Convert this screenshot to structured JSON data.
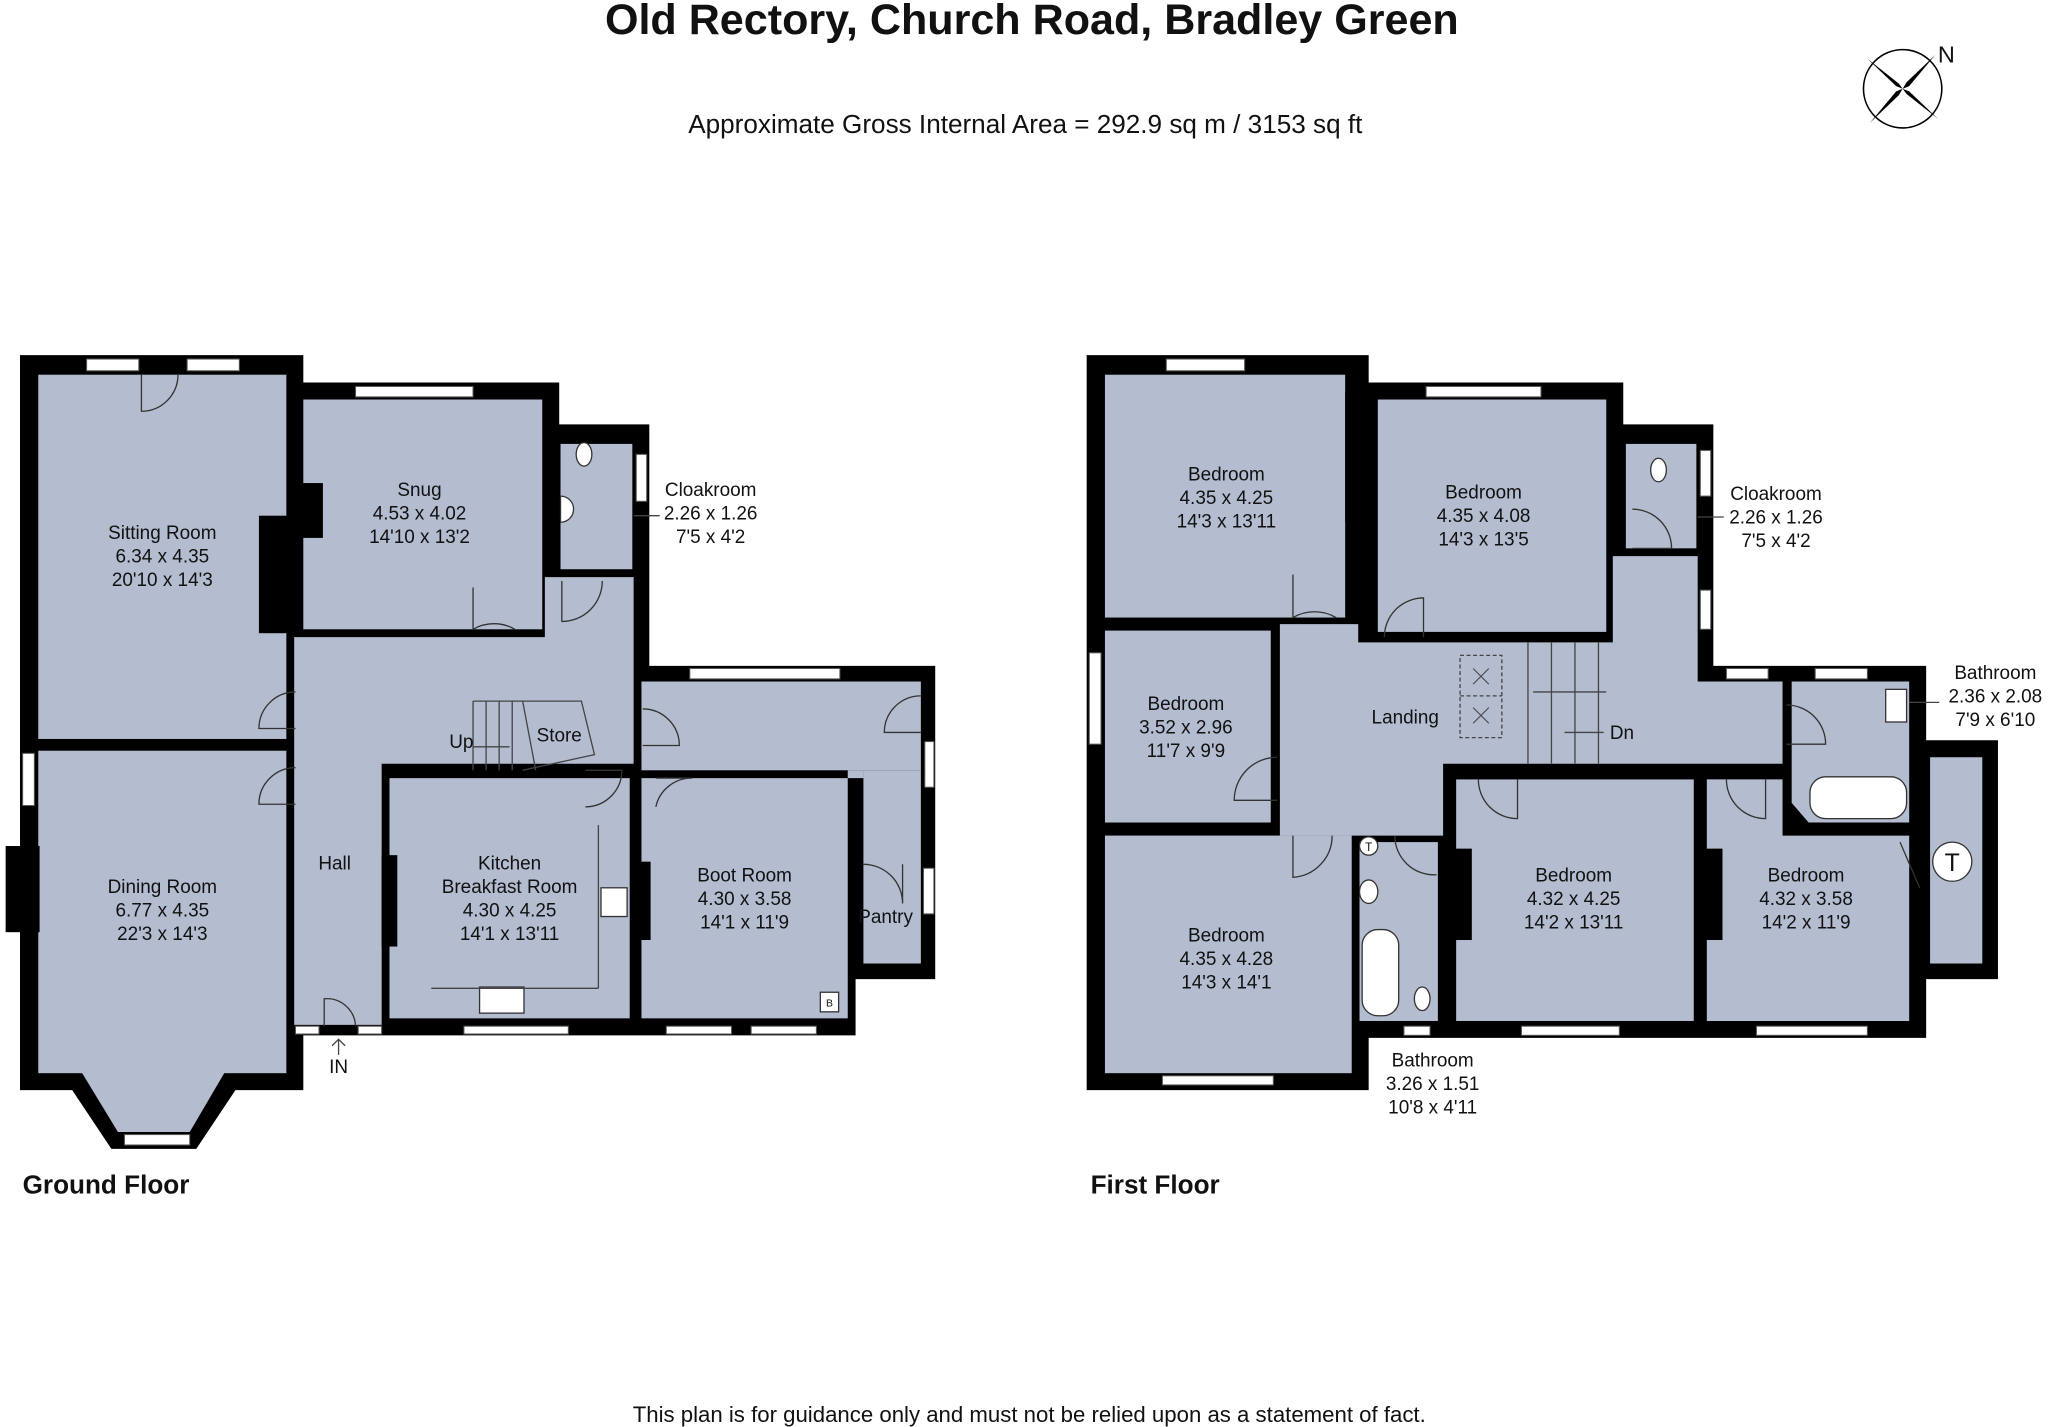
{
  "title": "Old Rectory, Church Road, Bradley Green",
  "subtitle": "Approximate Gross Internal Area = 292.9 sq m / 3153 sq ft",
  "disclaimer": "This plan is for guidance only and must not be relied upon as a statement of fact.",
  "compass": {
    "label": "N",
    "icon": "compass-rose-icon"
  },
  "colors": {
    "room_fill": "#b4bcd0",
    "wall": "#000000"
  },
  "floors": {
    "ground": {
      "label": "Ground Floor",
      "rooms": [
        {
          "name": "Sitting Room",
          "metric": "6.34 x 4.35",
          "imperial": "20'10 x 14'3"
        },
        {
          "name": "Snug",
          "metric": "4.53 x 4.02",
          "imperial": "14'10 x 13'2"
        },
        {
          "name": "Cloakroom",
          "metric": "2.26 x 1.26",
          "imperial": "7'5 x 4'2"
        },
        {
          "name": "Dining Room",
          "metric": "6.77 x 4.35",
          "imperial": "22'3 x 14'3"
        },
        {
          "name": "Hall"
        },
        {
          "name": "Kitchen",
          "name2": "Breakfast Room",
          "metric": "4.30 x 4.25",
          "imperial": "14'1 x 13'11"
        },
        {
          "name": "Boot Room",
          "metric": "4.30 x 3.58",
          "imperial": "14'1 x 11'9"
        },
        {
          "name": "Pantry"
        }
      ],
      "annotations": {
        "up": "Up",
        "store": "Store",
        "entrance": "IN",
        "boiler": "B"
      }
    },
    "first": {
      "label": "First Floor",
      "rooms": [
        {
          "name": "Bedroom",
          "metric": "4.35 x 4.25",
          "imperial": "14'3 x 13'11"
        },
        {
          "name": "Bedroom",
          "metric": "4.35 x 4.08",
          "imperial": "14'3 x 13'5"
        },
        {
          "name": "Cloakroom",
          "metric": "2.26 x 1.26",
          "imperial": "7'5 x 4'2"
        },
        {
          "name": "Bedroom",
          "metric": "3.52 x 2.96",
          "imperial": "11'7 x 9'9"
        },
        {
          "name": "Landing"
        },
        {
          "name": "Bedroom",
          "metric": "4.35 x 4.28",
          "imperial": "14'3 x 14'1"
        },
        {
          "name": "Bathroom",
          "metric": "3.26 x 1.51",
          "imperial": "10'8 x 4'11"
        },
        {
          "name": "Bedroom",
          "metric": "4.32 x 4.25",
          "imperial": "14'2 x 13'11"
        },
        {
          "name": "Bedroom",
          "metric": "4.32 x 3.58",
          "imperial": "14'2 x 11'9"
        },
        {
          "name": "Bathroom",
          "metric": "2.36 x 2.08",
          "imperial": "7'9 x 6'10"
        }
      ],
      "annotations": {
        "down": "Dn",
        "tank": "T",
        "small_tank": "T"
      }
    }
  }
}
